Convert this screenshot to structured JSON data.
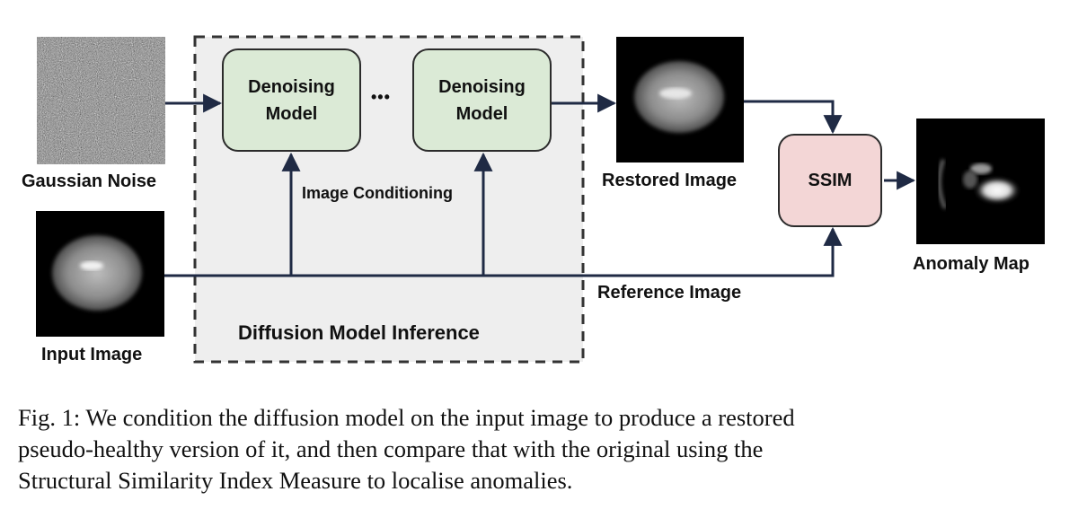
{
  "figure": {
    "gaussian_noise": "Gaussian Noise",
    "input_image": "Input Image",
    "denoiser_1_line1": "Denoising",
    "denoiser_1_line2": "Model",
    "ellipsis": "•••",
    "denoiser_2_line1": "Denoising",
    "denoiser_2_line2": "Model",
    "image_conditioning": "Image Conditioning",
    "inference_block": "Diffusion Model Inference",
    "restored_image": "Restored Image",
    "ssim": "SSIM",
    "reference_image": "Reference Image",
    "anomaly_map": "Anomaly Map"
  },
  "caption": {
    "line1": "Fig. 1: We condition the diffusion model on the input image to produce a restored",
    "line2": "pseudo-healthy version of it, and then compare that with the original using the",
    "line3": "Structural Similarity Index Measure to localise anomalies."
  },
  "colors": {
    "denoiser_fill": "#dbead6",
    "ssim_fill": "#f3d6d6",
    "inference_fill": "#eeeeee",
    "arrow": "#1f2a44"
  }
}
